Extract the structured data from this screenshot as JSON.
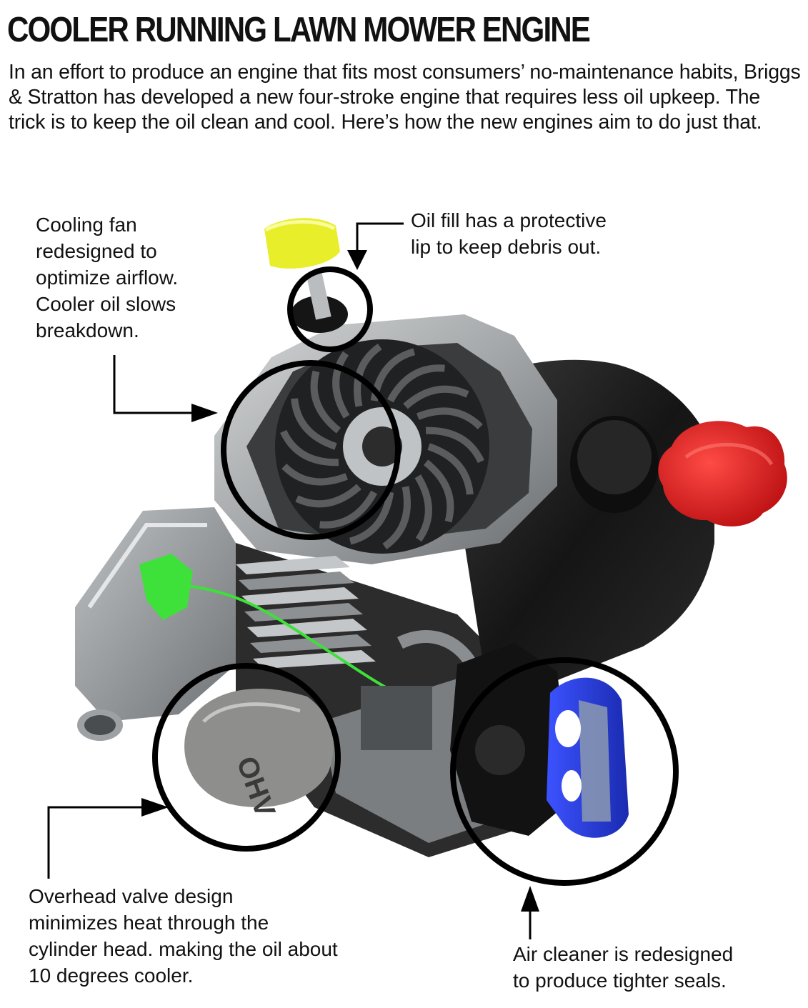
{
  "title": "COOLER RUNNING LAWN MOWER ENGINE",
  "intro": "In an effort to produce an engine that fits most consumers’ no-maintenance habits, Briggs & Stratton has developed a new four-stroke engine that requires less oil upkeep. The trick is to keep the oil clean and cool. Here’s how the new engines aim to do just that.",
  "callouts": {
    "cooling_fan": "Cooling fan\nredesigned to\noptimize airflow.\nCooler oil slows\nbreakdown.",
    "oil_fill": "Oil fill has a protective\nlip to keep debris out.",
    "overhead_valve": "Overhead valve design\nminimizes heat through the\ncylinder head. making the oil about\n10 degrees cooler.",
    "air_cleaner": "Air cleaner is redesigned\nto produce tighter seals."
  },
  "engine_emblem": "OHV",
  "colors": {
    "oil_cap": "#e8ee2a",
    "fuel_cap": "#e8161a",
    "air_filter": "#2b3fe0",
    "valve_cover_plug": "#3ee03a",
    "engine_dark": "#1e1e1e",
    "engine_metal": "#a8acae",
    "callout_ring": "#000000"
  }
}
